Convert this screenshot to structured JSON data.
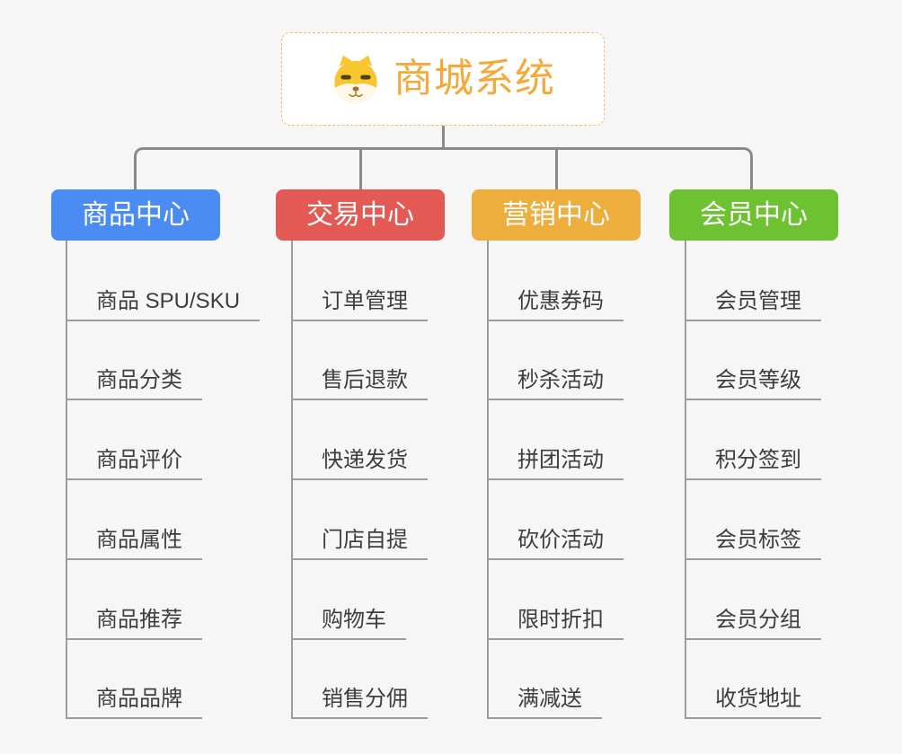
{
  "page": {
    "background": "#f5f6f5"
  },
  "root": {
    "title": "商城系统",
    "title_color": "#f5a93b",
    "border_color": "#f0bc6a",
    "icon": "shiba-dog-icon"
  },
  "connector_color": "#8a8a8a",
  "branches": [
    {
      "label": "商品中心",
      "color": "#4a8cf2",
      "children": [
        "商品 SPU/SKU",
        "商品分类",
        "商品评价",
        "商品属性",
        "商品推荐",
        "商品品牌"
      ]
    },
    {
      "label": "交易中心",
      "color": "#e35a55",
      "children": [
        "订单管理",
        "售后退款",
        "快递发货",
        "门店自提",
        "购物车",
        "销售分佣"
      ]
    },
    {
      "label": "营销中心",
      "color": "#edae3d",
      "children": [
        "优惠券码",
        "秒杀活动",
        "拼团活动",
        "砍价活动",
        "限时折扣",
        "满减送"
      ]
    },
    {
      "label": "会员中心",
      "color": "#6ec232",
      "children": [
        "会员管理",
        "会员等级",
        "积分签到",
        "会员标签",
        "会员分组",
        "收货地址"
      ]
    }
  ]
}
